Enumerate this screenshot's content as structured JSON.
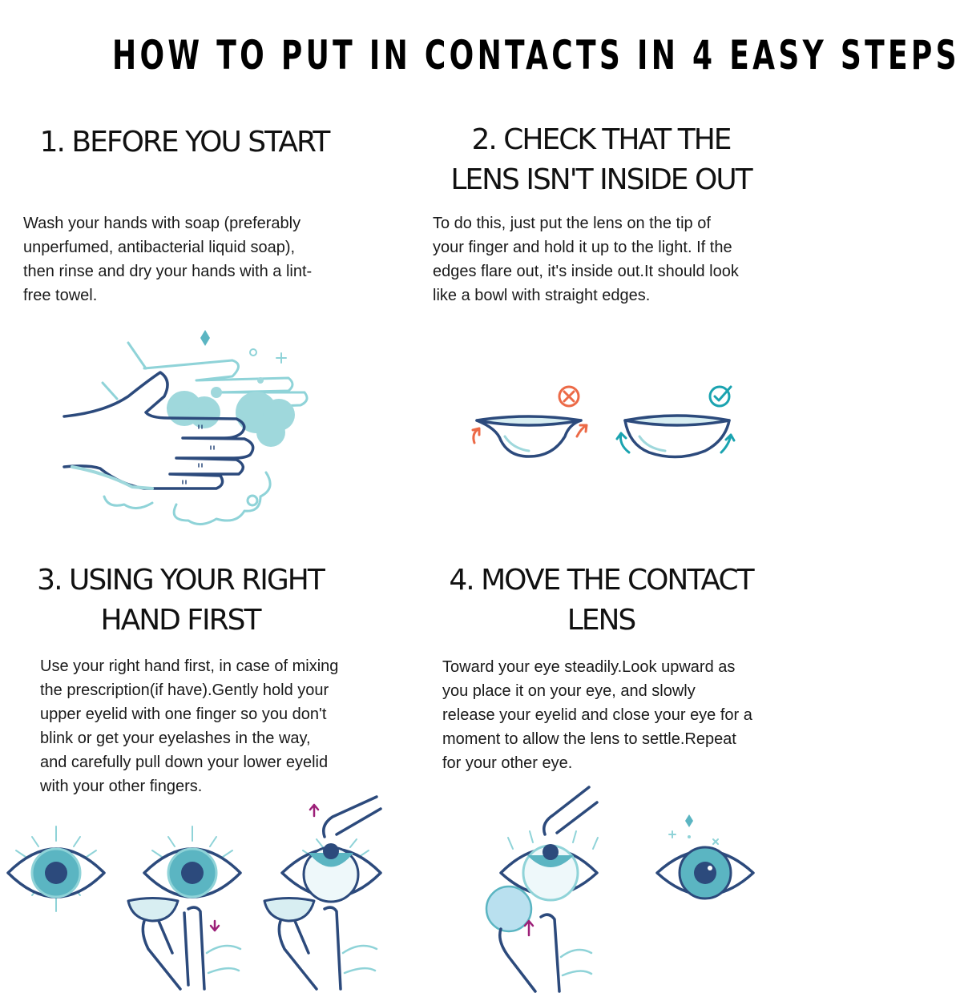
{
  "title": "HOW TO PUT IN CONTACTS IN 4 EASY STEPS",
  "colors": {
    "navy": "#2c4a7c",
    "teal_light": "#8fd3d8",
    "teal_fill": "#9fd8dc",
    "iris": "#5bb5c2",
    "wrong": "#ec6a47",
    "right": "#1aa3b0",
    "arrow_purple": "#9c1f78"
  },
  "steps": [
    {
      "heading_lines": [
        "1. BEFORE YOU START"
      ],
      "body_lines": [
        "Wash your hands with soap (preferably",
        "unperfumed, antibacterial liquid soap),",
        "then rinse and dry your hands with a lint-",
        "free towel."
      ],
      "illustration": "hand-washing-icon"
    },
    {
      "heading_lines": [
        "2. CHECK THAT THE",
        "LENS ISN'T INSIDE OUT"
      ],
      "body_lines": [
        "To do this, just put the lens on the tip of",
        "your finger and hold it up to the light. If the",
        "edges flare out, it's inside out.It should look",
        "like a bowl with straight edges."
      ],
      "illustration": "lens-check-icon",
      "markers": {
        "wrong": "x-circle-icon",
        "right": "check-circle-icon"
      }
    },
    {
      "heading_lines": [
        "3. USING YOUR RIGHT",
        "HAND FIRST"
      ],
      "body_lines": [
        "Use your right hand first, in case of mixing",
        "the prescription(if have).Gently hold your",
        "upper eyelid with one finger so you don't",
        "blink or get your eyelashes in the way,",
        "and carefully pull down your lower eyelid",
        "with your other fingers."
      ],
      "illustration": "eye-eyelid-sequence-icon"
    },
    {
      "heading_lines": [
        "4. MOVE THE CONTACT",
        "LENS"
      ],
      "body_lines": [
        "Toward your eye steadily.Look upward as",
        "you place it on your eye, and slowly",
        "release your eyelid and close your eye for a",
        "moment to allow the lens to settle.Repeat",
        "for your other eye."
      ],
      "illustration": "lens-insertion-icon"
    }
  ]
}
